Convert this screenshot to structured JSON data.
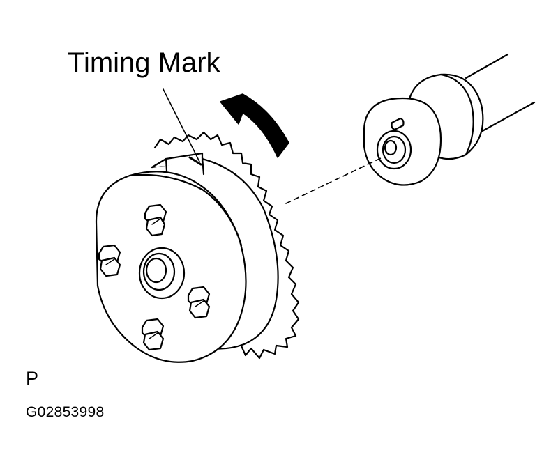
{
  "labels": {
    "callout": "Timing Mark",
    "view_letter": "P",
    "figure_code": "G02853998"
  },
  "colors": {
    "ink": "#000000",
    "paper": "#ffffff"
  }
}
